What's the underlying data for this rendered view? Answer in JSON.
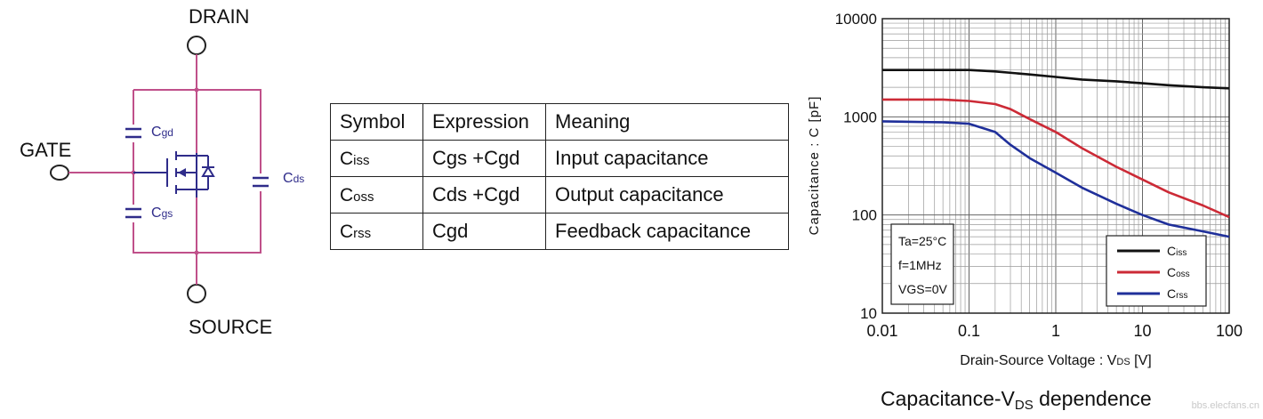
{
  "circuit": {
    "drain_label": "DRAIN",
    "gate_label": "GATE",
    "source_label": "SOURCE",
    "cgd_main": "C",
    "cgd_sub": "gd",
    "cgs_main": "C",
    "cgs_sub": "gs",
    "cds_main": "C",
    "cds_sub": "ds",
    "wire_color": "#c0508a",
    "component_color": "#2f2c8a",
    "terminal_color": "#222222"
  },
  "table": {
    "headers": [
      "Symbol",
      "Expression",
      "Meaning"
    ],
    "rows": [
      {
        "symbol_main": "C",
        "symbol_sub": "iss",
        "expression": "Cgs +Cgd",
        "meaning": "Input capacitance"
      },
      {
        "symbol_main": "C",
        "symbol_sub": "oss",
        "expression": "Cds +Cgd",
        "meaning": "Output capacitance"
      },
      {
        "symbol_main": "C",
        "symbol_sub": "rss",
        "expression": "Cgd",
        "meaning": "Feedback capacitance"
      }
    ]
  },
  "chart_data": {
    "type": "line",
    "title": "Capacitance-V",
    "title_sub": "DS",
    "title_suffix": " dependence",
    "xlabel": "Drain-Source Voltage : V",
    "xlabel_sub": "DS",
    "xlabel_suffix": " [V]",
    "ylabel": "Capacitance : C [pF]",
    "x_scale": "log",
    "y_scale": "log",
    "xlim": [
      0.01,
      100
    ],
    "ylim": [
      10,
      10000
    ],
    "x_ticks": [
      "0.01",
      "0.1",
      "1",
      "10",
      "100"
    ],
    "y_ticks": [
      "10",
      "100",
      "1000",
      "10000"
    ],
    "grid": true,
    "conditions": [
      "Ta=25°C",
      "f=1MHz",
      "VGS=0V"
    ],
    "legend_position": "bottom-right",
    "series": [
      {
        "name": "Ciss",
        "name_main": "C",
        "name_sub": "iss",
        "color": "#111111",
        "x": [
          0.01,
          0.1,
          0.2,
          0.5,
          1,
          2,
          5,
          10,
          20,
          50,
          100
        ],
        "y": [
          3000,
          3000,
          2900,
          2700,
          2550,
          2400,
          2300,
          2200,
          2100,
          2000,
          1950
        ]
      },
      {
        "name": "Coss",
        "name_main": "C",
        "name_sub": "oss",
        "color": "#cc2a36",
        "x": [
          0.01,
          0.05,
          0.1,
          0.2,
          0.3,
          0.5,
          1,
          2,
          5,
          10,
          20,
          50,
          100
        ],
        "y": [
          1500,
          1500,
          1450,
          1350,
          1200,
          950,
          700,
          480,
          310,
          230,
          170,
          125,
          95
        ]
      },
      {
        "name": "Crss",
        "name_main": "C",
        "name_sub": "rss",
        "color": "#1f2f9a",
        "x": [
          0.01,
          0.05,
          0.1,
          0.2,
          0.3,
          0.5,
          1,
          2,
          5,
          10,
          20,
          50,
          100
        ],
        "y": [
          900,
          880,
          850,
          700,
          520,
          380,
          270,
          190,
          130,
          100,
          80,
          68,
          60
        ]
      }
    ]
  },
  "watermark": "bbs.elecfans.cn"
}
